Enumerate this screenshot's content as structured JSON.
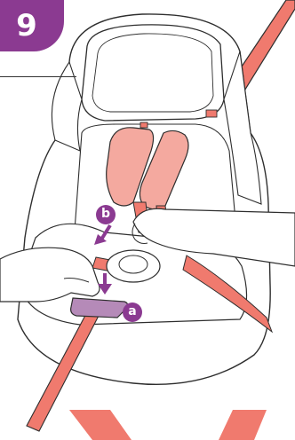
{
  "step": {
    "number": "9"
  },
  "callouts": {
    "a": "a",
    "b": "b"
  },
  "colors": {
    "badge": "#8b3a91",
    "belt": "#f07a6e",
    "pad": "#f4a99f",
    "buckle": "#b58ab8",
    "outline": "#2e2e2e"
  }
}
